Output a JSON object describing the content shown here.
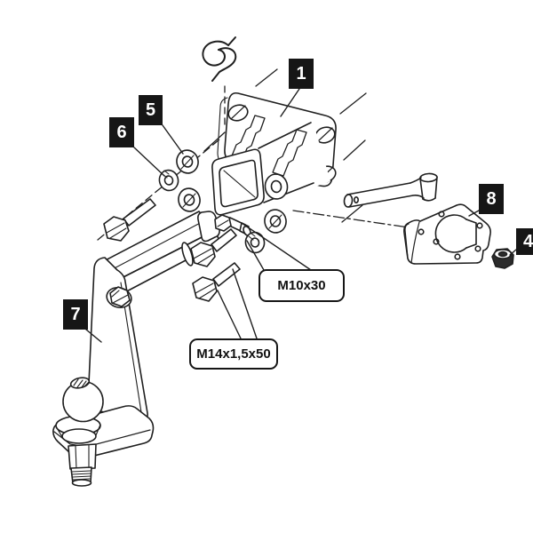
{
  "figure": {
    "kind": "exploded-parts-diagram",
    "subject": "towbar hitch receiver assembly"
  },
  "colors": {
    "background": "#ffffff",
    "line": "#1f1f1f",
    "label_bg": "#161616",
    "label_text": "#ffffff",
    "callout_border": "#161616",
    "callout_text": "#111111"
  },
  "part_labels": [
    {
      "number": "1",
      "part": "receiver-crossmember"
    },
    {
      "number": "4",
      "part": "flange-nut"
    },
    {
      "number": "5",
      "part": "flat-washer"
    },
    {
      "number": "6",
      "part": "spring-washer"
    },
    {
      "number": "7",
      "part": "ball-mount"
    },
    {
      "number": "8",
      "part": "socket-mounting-plate"
    }
  ],
  "callouts": [
    {
      "text": "M10x30"
    },
    {
      "text": "M14x1,5x50"
    }
  ],
  "unlabeled_parts": [
    "r-clip-pin",
    "hitch-pin",
    "hex-bolts",
    "flat-washers",
    "spring-washers",
    "tow-ball"
  ]
}
